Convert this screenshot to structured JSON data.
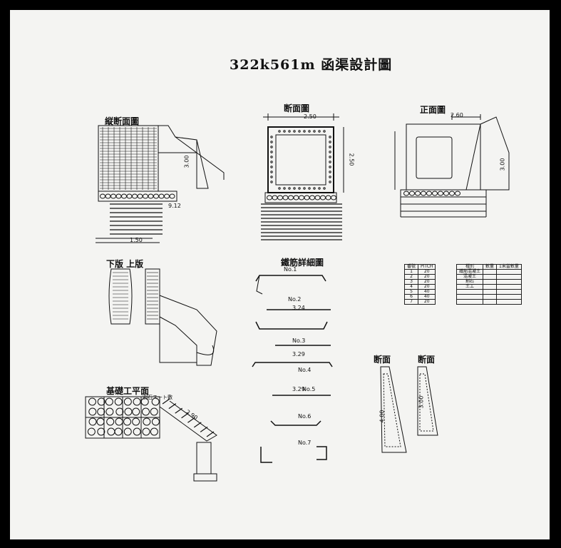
{
  "title": "322k561m 函渠設計圖",
  "views": {
    "longitudinal": "縦断面圖",
    "section": "断面圖",
    "front": "正面圖",
    "slab": "下版 上版",
    "rebar_detail": "鐵筋詳細圖",
    "foundation": "基礎工平面",
    "foundation_note": "割石スート敷",
    "wing_sections": [
      "断面",
      "断面"
    ]
  },
  "dimensions": {
    "section_width": "2.50",
    "section_height": "2.50",
    "front_width": "2.60",
    "front_height": "3.00",
    "bar_no2": "3.24",
    "bar_no4": "3.29",
    "bar_no5": "3.29",
    "wing_length": "2.90",
    "long_height": "3.00",
    "long_length": "9.12",
    "slab_length": "1.50",
    "wing_a": "4.00",
    "wing_b": "3.00"
  },
  "bar_marks": [
    "No.1",
    "No.2",
    "No.3",
    "No.4",
    "No.5",
    "No.6",
    "No.7"
  ],
  "pitch_table": {
    "headers": [
      "番號",
      "PITCH"
    ],
    "rows": [
      [
        "1",
        "20"
      ],
      [
        "2",
        "20"
      ],
      [
        "3",
        "20"
      ],
      [
        "4",
        "20"
      ],
      [
        "5",
        "40"
      ],
      [
        "6",
        "40"
      ],
      [
        "7",
        "20"
      ]
    ]
  },
  "quantity_table": {
    "headers": [
      "種別",
      "數量",
      "1米當數量"
    ],
    "rows": [
      [
        "鐵筋混凝土",
        "",
        ""
      ],
      [
        "混凝土",
        "",
        ""
      ],
      [
        "割石",
        "",
        ""
      ],
      [
        "土工",
        "",
        ""
      ],
      [
        "",
        "",
        ""
      ],
      [
        "",
        "",
        ""
      ],
      [
        "",
        "",
        ""
      ]
    ]
  }
}
